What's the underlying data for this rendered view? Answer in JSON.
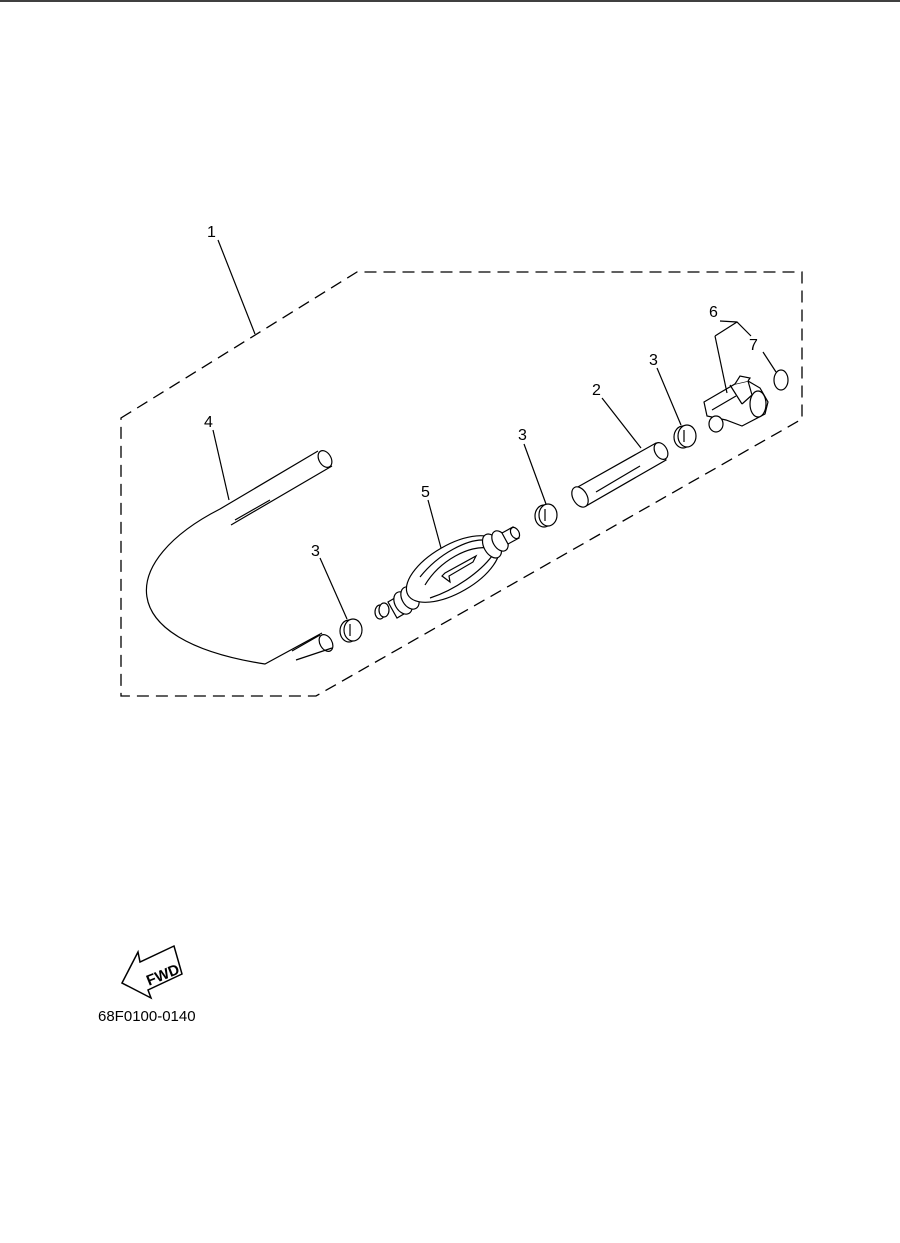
{
  "callouts": {
    "c1": "1",
    "c2": "2",
    "c3a": "3",
    "c3b": "3",
    "c3c": "3",
    "c4": "4",
    "c5": "5",
    "c6": "6",
    "c7": "7"
  },
  "fwd_label": "FWD",
  "diagram_code": "68F0100-0140"
}
